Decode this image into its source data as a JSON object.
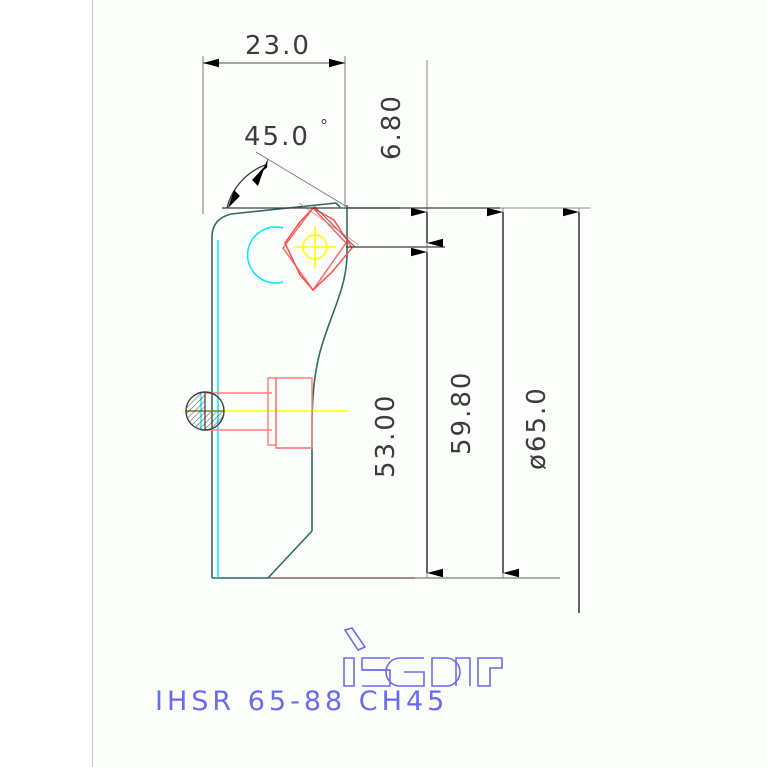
{
  "sheet": {
    "background_color": "#fcfefb",
    "border_color": "#c9c9c9"
  },
  "title_block": {
    "brand_logo": "iscar-logo",
    "brand_name": "iscar",
    "part_number": "IHSR 65-88 CH45",
    "text_color": "#6a6aee"
  },
  "dimensions": {
    "width_top": "23.0",
    "angle_chamfer": "45.0",
    "angle_unit": "°",
    "offset_small": "6.80",
    "height_inner": "53.00",
    "height_outer": "59.80",
    "diameter_overall": "ø65.0"
  },
  "geometry": {
    "body_outline_color": "#2f6b63",
    "insert_color": "#ff4d4d",
    "centerline_color": "#ffff00",
    "hidden_detail_color": "#00e5ff",
    "dimension_line_color": "#3c3c3c",
    "hatch_color": "#444444",
    "shank_color": "#ff8080"
  },
  "labels": {
    "view_name": "front-section-view",
    "insert_pocket": "indexable-insert-pocket",
    "coolant_hole": "coolant-hole",
    "chamfer_edge": "45-degree-chamfer"
  }
}
